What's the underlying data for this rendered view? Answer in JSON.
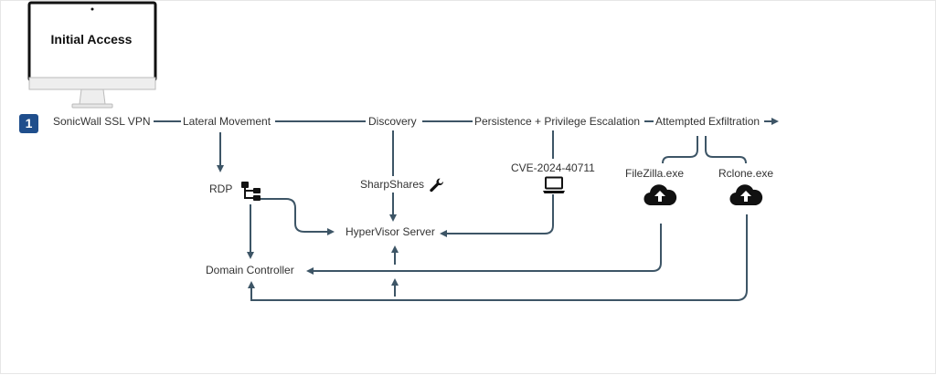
{
  "diagram": {
    "title": "Initial Access",
    "step_number": "1",
    "nodes": {
      "vpn": "SonicWall SSL VPN",
      "lateral": "Lateral Movement",
      "discovery": "Discovery",
      "persistence": "Persistence + Privilege Escalation",
      "exfil": "Attempted Exfiltration",
      "rdp": "RDP",
      "sharpshares": "SharpShares",
      "cve": "CVE-2024-40711",
      "filezilla": "FileZilla.exe",
      "rclone": "Rclone.exe",
      "hypervisor": "HyperVisor Server",
      "dc": "Domain Controller"
    },
    "icons": {
      "rdp": "network-tree-icon",
      "sharpshares": "wrench-icon",
      "cve": "laptop-icon",
      "filezilla": "cloud-upload-icon",
      "rclone": "cloud-upload-icon"
    },
    "colors": {
      "line": "#3d5566",
      "badge": "#1f4e8c",
      "icon": "#111111"
    }
  }
}
